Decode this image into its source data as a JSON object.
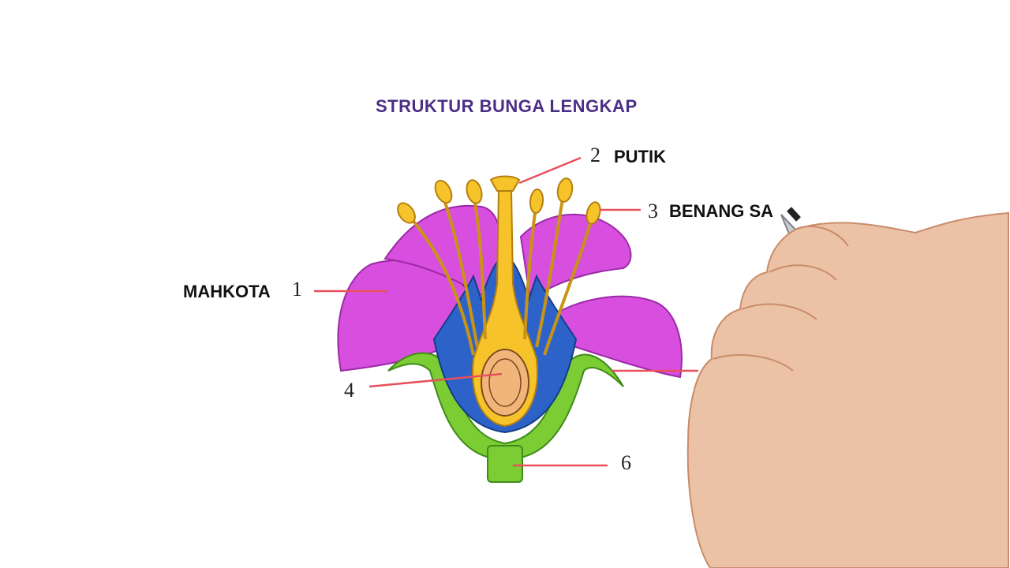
{
  "title": "STRUKTUR BUNGA LENGKAP",
  "labels": {
    "mahkota": {
      "number": "1",
      "text": "MAHKOTA"
    },
    "putik": {
      "number": "2",
      "text": "PUTIK"
    },
    "benang_sari": {
      "number": "3",
      "text": "BENANG SA"
    },
    "ovary": {
      "number": "4"
    },
    "stalk": {
      "number": "6"
    }
  },
  "colors": {
    "title": "#4b2f86",
    "petal": "#d84fe0",
    "stamen": "#f6c42a",
    "sepal_green": "#7ccd34",
    "inner_blue": "#2d63c8",
    "pointer_line": "#e8505b"
  },
  "icons": [
    "hand-with-marker-icon"
  ]
}
